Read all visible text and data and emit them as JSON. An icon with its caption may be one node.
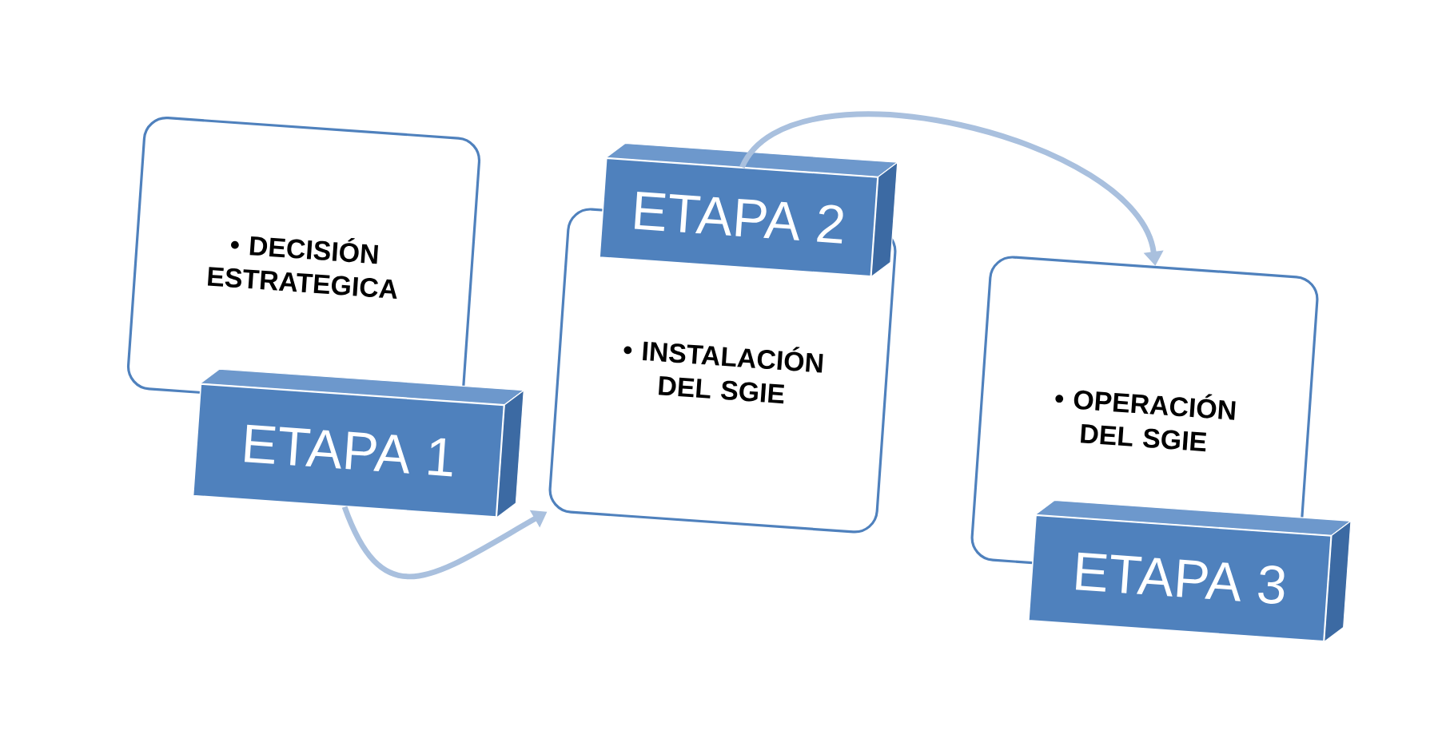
{
  "diagram": {
    "nodes": [
      {
        "text": [
          "• DECISIÓN ESTRATEGICA"
        ]
      },
      {
        "text": [
          "ETAPA 1"
        ]
      },
      {
        "text": [
          "• INSTALACIÓN DEL SGIE"
        ]
      },
      {
        "text": [
          "ETAPA 2"
        ]
      },
      {
        "text": [
          "• OPERACIÓN DEL SGIE"
        ]
      },
      {
        "text": [
          "ETAPA 3"
        ]
      }
    ],
    "edges": [
      {
        "from": 1,
        "to": 2,
        "arrow": "to"
      },
      {
        "from": 3,
        "to": 4,
        "arrow": "to"
      }
    ]
  }
}
